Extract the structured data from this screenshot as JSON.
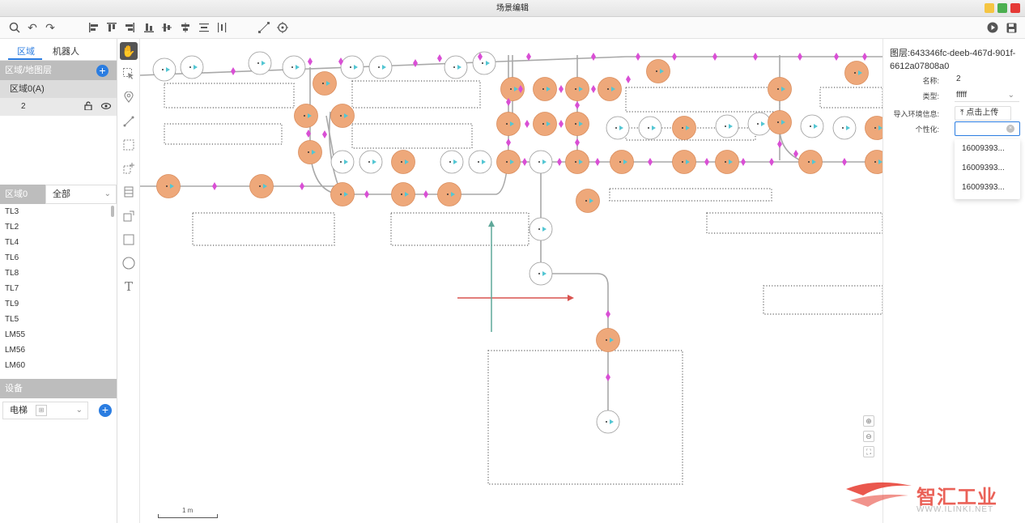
{
  "window": {
    "title": "场景编辑"
  },
  "left": {
    "tabs": [
      {
        "label": "区域"
      },
      {
        "label": "机器人"
      }
    ],
    "layer_header": "区域/地图层",
    "area_row": "区域0(A)",
    "layer_row": "2",
    "filter": {
      "label": "区域0",
      "selected": "全部"
    },
    "list_items": [
      "TL3",
      "TL2",
      "TL4",
      "TL6",
      "TL8",
      "TL7",
      "TL9",
      "TL5",
      "LM55",
      "LM56",
      "LM60"
    ],
    "device_header": "设备",
    "device_select": "电梯"
  },
  "right": {
    "layer_title": "图层:643346fc-deeb-467d-901f-6612a07808a0",
    "name_label": "名称:",
    "name_value": "2",
    "type_label": "类型:",
    "type_value": "fffff",
    "import_label": "导入环境信息:",
    "upload_label": "点击上传",
    "custom_label": "个性化:",
    "dropdown_items": [
      "16009393...",
      "16009393...",
      "16009393..."
    ]
  },
  "canvas": {
    "scale_label": "1 m"
  },
  "watermark": {
    "brand": "智汇工业",
    "url": "WWW.ILINKI.NET"
  },
  "colors": {
    "accent": "#2b7de1",
    "node_fill": "#eea87a",
    "node_stroke": "#d98c5c",
    "marker": "#d94fd5",
    "arrow": "#53c6d3",
    "path": "#a8a8a8",
    "axis_x": "#d9534f",
    "axis_y": "#5fa89a"
  }
}
